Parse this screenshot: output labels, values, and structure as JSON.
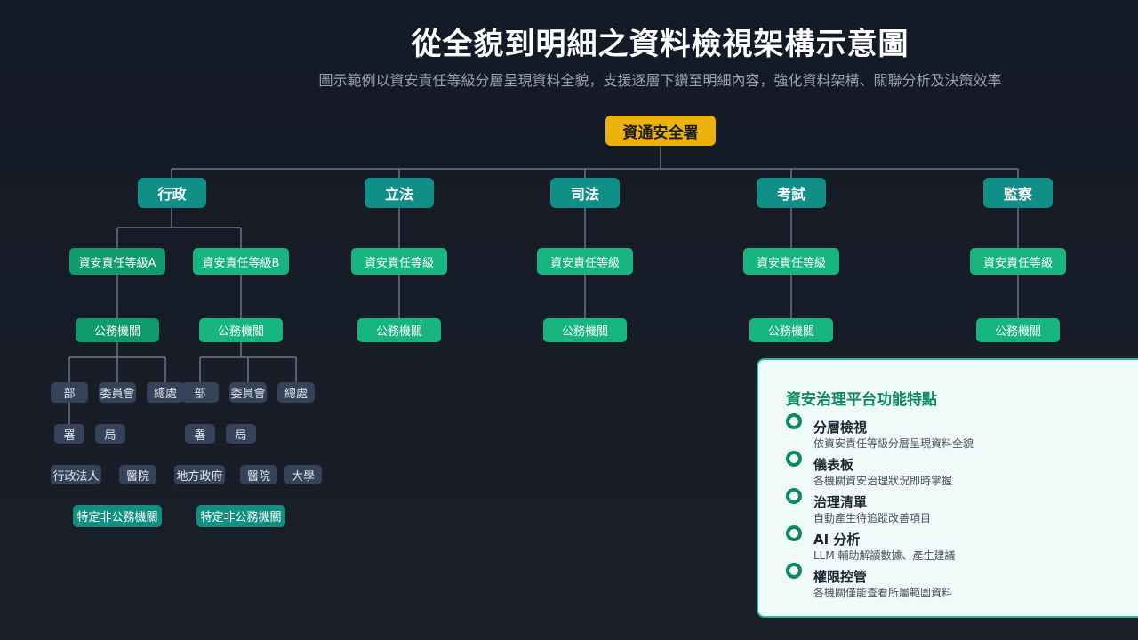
{
  "header": {
    "title": "從全貌到明細之資料檢視架構示意圖",
    "subtitle": "圖示範例以資安責任等級分層呈現資料全貌，支援逐層下鑽至明細內容，強化資料架構、關聯分析及決策效率"
  },
  "tree": {
    "root": "資通安全署",
    "branches": [
      "行政",
      "立法",
      "司法",
      "考試",
      "監察"
    ],
    "levels": {
      "a": "資安責任等級A",
      "b": "資安責任等級B",
      "generic": "資安責任等級"
    },
    "agency": "公務機關",
    "units": [
      "部",
      "委員會",
      "總處"
    ],
    "subunits": [
      "署",
      "局"
    ],
    "others_a": [
      "行政法人",
      "醫院"
    ],
    "others_b": [
      "地方政府",
      "醫院",
      "大學"
    ],
    "special": "特定非公務機關"
  },
  "panel": {
    "title": "資安治理平台功能特點",
    "features": [
      {
        "title": "分層檢視",
        "desc": "依資安責任等級分層呈現資料全貌"
      },
      {
        "title": "儀表板",
        "desc": "各機關資安治理狀況即時掌握"
      },
      {
        "title": "治理清單",
        "desc": "自動產生待追蹤改善項目"
      },
      {
        "title": "AI 分析",
        "desc": "LLM 輔助解讀數據、產生建議"
      },
      {
        "title": "權限控管",
        "desc": "各機關僅能查看所屬範圍資料"
      }
    ]
  },
  "colors": {
    "root": "#e9b20c",
    "branch": "#0f8f86",
    "level": "#16b47e",
    "unit": "#36425a",
    "accent": "#0f8a5f"
  }
}
